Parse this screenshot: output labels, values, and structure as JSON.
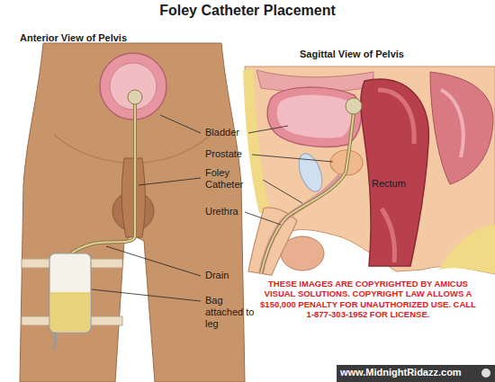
{
  "diagram": {
    "title": "Foley Catheter Placement",
    "labels": [
      "Anterior View of Pelvis",
      "Sagittal View of Pelvis",
      "Bladder",
      "Prostate",
      "Foley Catheter",
      "Urethra",
      "Rectum",
      "Drain",
      "Bag attached to leg",
      "THESE IMAGES ARE COPYRIGHTED BY AMICUS VISUAL SOLUTIONS. COPYRIGHT LAW ALLOWS A $150,000 PENALTY FOR UNAUTHORIZED USE. CALL 1-877-303-1952 FOR LICENSE.",
      "www.MidnightRidazz.com"
    ]
  }
}
